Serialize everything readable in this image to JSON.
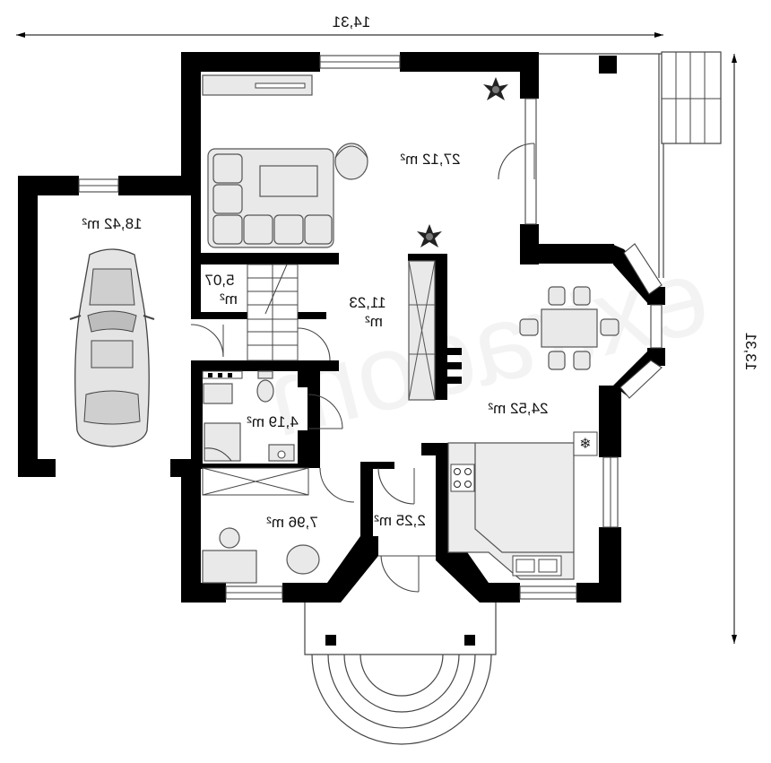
{
  "dimensions": {
    "width_label": "14,31",
    "height_label": "13,31"
  },
  "rooms": [
    {
      "id": "garage",
      "area": "18,42 m²"
    },
    {
      "id": "living",
      "area": "27,12 m²"
    },
    {
      "id": "storage",
      "area_line1": "5,07",
      "area_line2": "m²"
    },
    {
      "id": "hall",
      "area_line1": "11,23",
      "area_line2": "m²"
    },
    {
      "id": "dining-kitchen",
      "area": "24,52 m²"
    },
    {
      "id": "bathroom",
      "area": "4,19 m²"
    },
    {
      "id": "office",
      "area": "7,96 m²"
    },
    {
      "id": "vestibule",
      "area": "2,25 m²"
    }
  ],
  "watermark": "extradom"
}
